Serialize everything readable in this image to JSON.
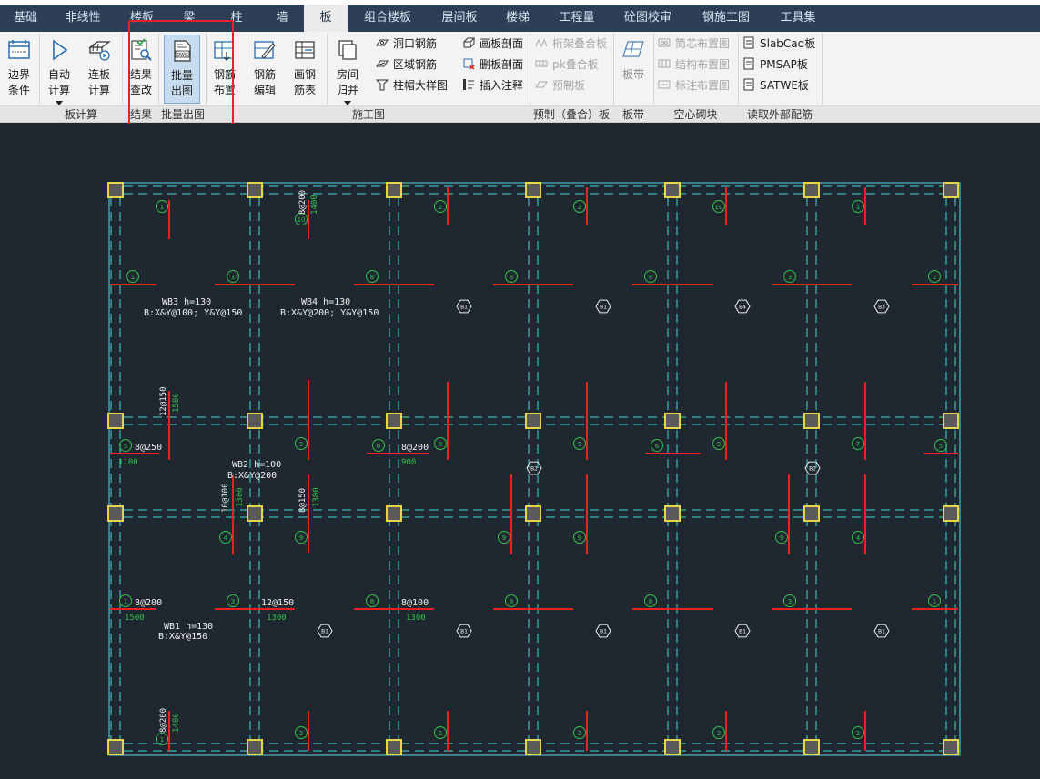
{
  "tabs": [
    {
      "label": "基础"
    },
    {
      "label": "非线性"
    },
    {
      "label": "楼板"
    },
    {
      "label": "梁"
    },
    {
      "label": "柱"
    },
    {
      "label": "墙"
    },
    {
      "label": "板"
    },
    {
      "label": "组合楼板"
    },
    {
      "label": "层间板"
    },
    {
      "label": "楼梯"
    },
    {
      "label": "工程量"
    },
    {
      "label": "砼图校审"
    },
    {
      "label": "钢施工图"
    },
    {
      "label": "工具集"
    }
  ],
  "active_tab": "板",
  "ribbon": {
    "buttons": {
      "boundary": "边界\n条件",
      "auto_calc": "自动\n计算",
      "cont_slab_calc": "连板\n计算",
      "result_check": "结果\n查改",
      "batch_draw": "批量\n出图",
      "rebar_layout": "钢筋\n布置",
      "rebar_edit": "钢筋\n编辑",
      "draw_rebar_table": "画钢\n筋表",
      "room_merge": "房间\n归并",
      "slab_band": "板带"
    },
    "small": {
      "hole_rebar": "洞口钢筋",
      "area_rebar": "区域钢筋",
      "column_cap": "柱帽大样图",
      "draw_section": "画板剖面",
      "delete_section": "删板剖面",
      "insert_note": "插入注释",
      "truss_slab": "桁架叠合板",
      "pk_slab": "pk叠合板",
      "precast_slab": "预制板",
      "core_layout": "筒芯布置图",
      "struct_layout": "结构布置图",
      "label_layout": "标注布置图",
      "slabcad": "SlabCad板",
      "pmsap": "PMSAP板",
      "satwe": "SATWE板"
    },
    "groups": {
      "slab_calc": "板计算",
      "result": "结果",
      "batch": "批量出图",
      "construction": "施工图",
      "precast": "预制（叠合）板",
      "band": "板带",
      "hollow": "空心砌块",
      "external": "读取外部配筋"
    }
  },
  "drawing": {
    "colors": {
      "grid": "#3fd7d7",
      "rebar": "#e82222",
      "column": "#e6d44a",
      "dim": "#33c24a",
      "label": "#f0f0f0",
      "boundary": "#52b8c8"
    },
    "labels": {
      "wb3": "WB3  h=130",
      "wb3_rebar": "B:X&Y@100; Y&Y@150",
      "wb4": "WB4  h=130",
      "wb4_rebar": "B:X&Y@200; Y&Y@150",
      "wb2": "WB2  h=100",
      "wb2_rebar": "B:X&Y@200",
      "wb1": "WB1  h=130",
      "wb1_rebar": "B:X&Y@150",
      "r_top_vert": "8@200",
      "r_top_len": "1400",
      "r_left_vert": "12@150",
      "r_left_len": "1500",
      "r_mid_a": "8@250",
      "r_mid_a_len": "1100",
      "r_mid_b": "8@200",
      "r_mid_b_len": "900",
      "r_v1": "10@100",
      "r_v1_len": "1300",
      "r_v2": "8@150",
      "r_v2_len": "1300",
      "r_b1": "8@200",
      "r_b1_len": "1500",
      "r_b2": "12@150",
      "r_b2_len": "1300",
      "r_b3": "8@100",
      "r_b3_len": "1300",
      "r_bot_vert": "8@200",
      "r_bot_len": "1400"
    },
    "slab_tags": {
      "b1": "B1",
      "b2": "B2",
      "b3": "B3",
      "b4": "B4"
    }
  }
}
